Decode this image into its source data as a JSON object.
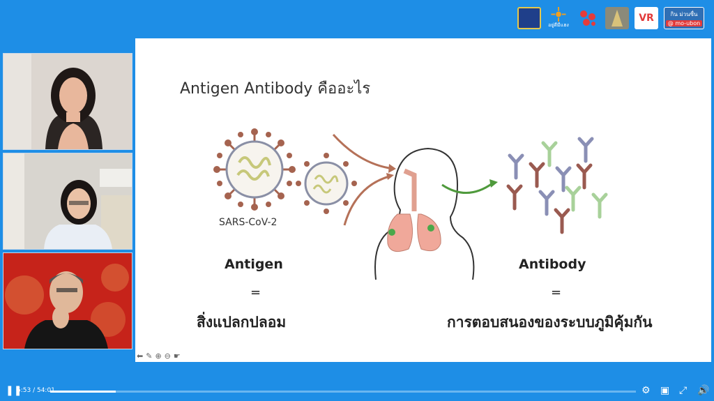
{
  "logos": {
    "logo2_caption": "อยู่ดีมีแฮง",
    "logo5_text": "VR",
    "logo6_line1": "กิน ม่วนซื่น",
    "logo6_line2": "@ mo-ubon"
  },
  "slide": {
    "title": "Antigen Antibody คืออะไร",
    "virus_label": "SARS-CoV-2",
    "antigen": "Antigen",
    "antigen_equals": "=",
    "antigen_th": "สิ่งแปลกปลอม",
    "antibody": "Antibody",
    "antibody_equals": "=",
    "antibody_th": "การตอบสนองของระบบภูมิคุ้มกัน"
  },
  "player": {
    "time": "5:53 / 54:01",
    "progress": 0.112
  }
}
